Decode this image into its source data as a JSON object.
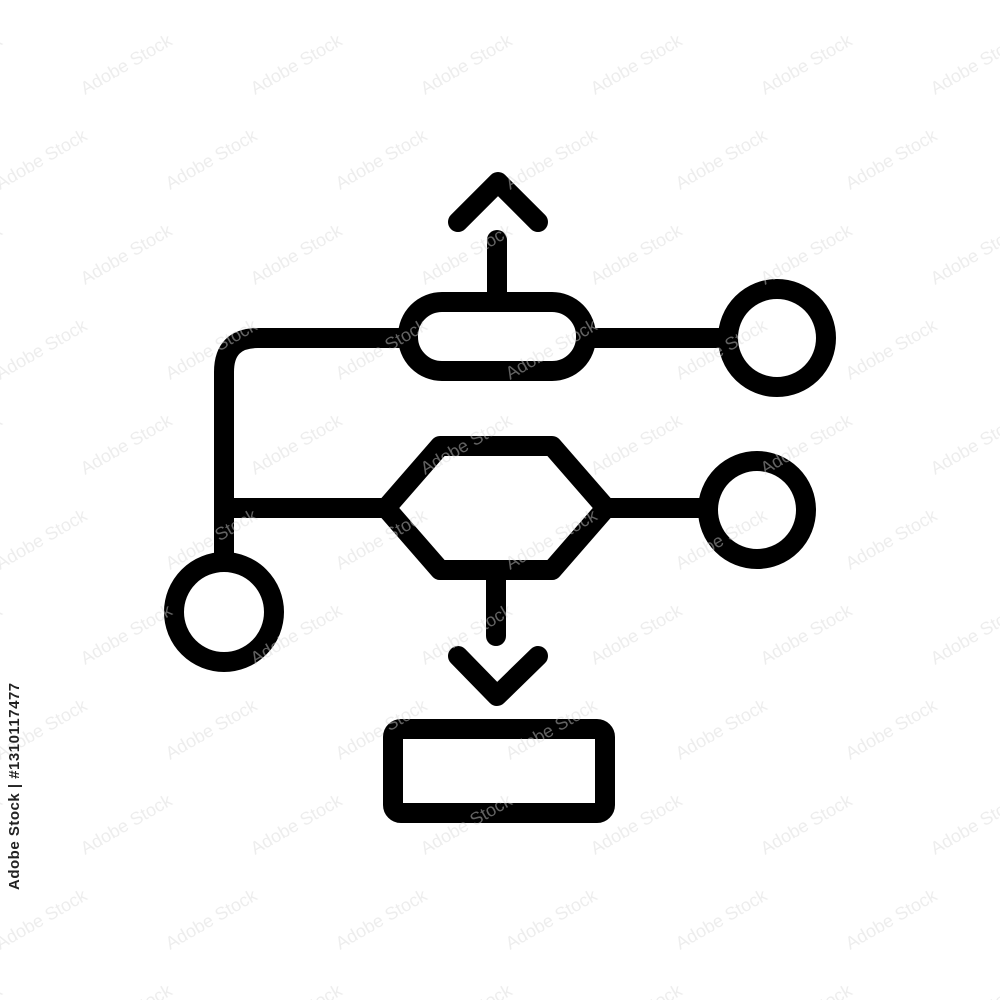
{
  "stock_id": "Adobe Stock | #1310117477",
  "watermark_text": "Adobe Stock",
  "icon": {
    "name": "flowchart",
    "stroke_color": "#000000",
    "background_color": "#ffffff",
    "nodes": [
      {
        "type": "arrow-up",
        "name": "arrow-up-icon"
      },
      {
        "type": "terminator",
        "name": "pill-node"
      },
      {
        "type": "connector",
        "name": "right-top-circle-node"
      },
      {
        "type": "decision",
        "name": "hexagon-decision-node"
      },
      {
        "type": "connector",
        "name": "right-middle-circle-node"
      },
      {
        "type": "connector",
        "name": "left-bottom-circle-node"
      },
      {
        "type": "arrow-down",
        "name": "arrow-down-icon"
      },
      {
        "type": "process",
        "name": "rectangle-process-node"
      }
    ]
  },
  "watermark_color": "#d9d9d9"
}
